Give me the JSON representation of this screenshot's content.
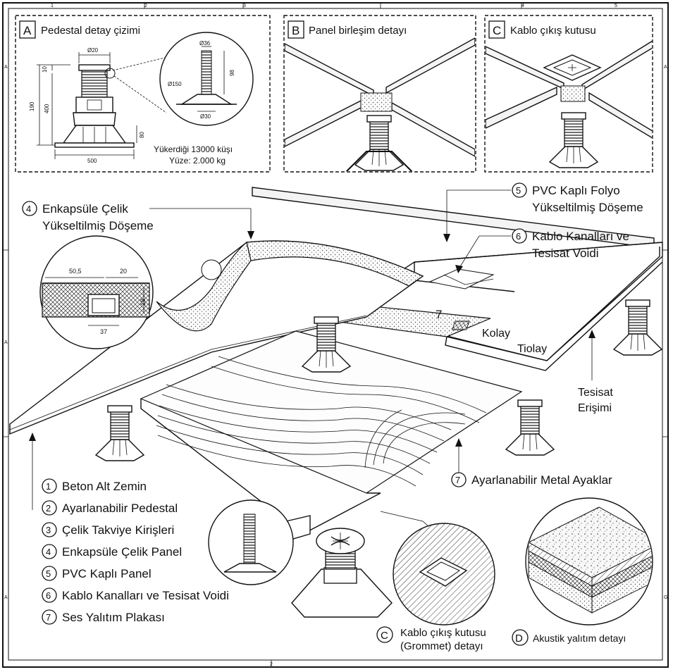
{
  "border_ticks": {
    "top": [
      "1",
      "2",
      "3",
      "4",
      "5"
    ],
    "bottom": [
      "2"
    ],
    "left": [
      "A",
      "A",
      "A"
    ],
    "right": [
      "A",
      "G"
    ]
  },
  "detail_a": {
    "letter": "A",
    "title": "Pedestal detay çizimi",
    "dims": {
      "top_width": "Ø20",
      "height_small": "10",
      "height_total": "190",
      "height_mid": "400",
      "base_height": "80",
      "base_width": "500",
      "rod_top": "Ø36",
      "rod_length": "98",
      "plate_dia": "Ø150",
      "base_plate": "Ø30"
    },
    "load_line1": "Yükerdiği 13000 küşı",
    "load_line2": "Yüze: 2.000 kg"
  },
  "detail_b": {
    "letter": "B",
    "title": "Panel birleşim detayı"
  },
  "detail_c": {
    "letter": "C",
    "title": "Kablo çıkış kutusu"
  },
  "callouts": {
    "c4": {
      "num": "4",
      "line1": "Enkapsüle Çelik",
      "line2": "Yükseltilmiş Döşeme"
    },
    "c5": {
      "num": "5",
      "line1": "PVC Kaplı Folyo",
      "line2": "Yükseltilmiş Döşeme"
    },
    "c6": {
      "num": "6",
      "line1": "Kablo Kanalları ve",
      "line2": "Tesisat Voidi"
    },
    "c7": {
      "num": "7",
      "text": "Ayarlanabilir Metal Ayaklar"
    },
    "panel_num": "7",
    "kolay": "Kolay",
    "tiolay": "Tiolay",
    "tesisat1": "Tesisat",
    "tesisat2": "Erişimi"
  },
  "section_dims": {
    "w1": "50,5",
    "w2": "20",
    "h1": "18",
    "w3": "37"
  },
  "legend": [
    {
      "num": "1",
      "text": "Beton Alt Zemin"
    },
    {
      "num": "2",
      "text": "Ayarlanabilir Pedestal"
    },
    {
      "num": "3",
      "text": "Çelik Takviye Kirişleri"
    },
    {
      "num": "4",
      "text": "Enkapsüle Çelik Panel"
    },
    {
      "num": "5",
      "text": "PVC Kaplı Panel"
    },
    {
      "num": "6",
      "text": "Kablo Kanalları ve Tesisat Voidi"
    },
    {
      "num": "7",
      "text": "Ses Yalıtım Plakası"
    }
  ],
  "detail_labels": {
    "c_letter": "C",
    "c_line1": "Kablo çıkış kutusu",
    "c_line2": "(Grommet) detayı",
    "d_letter": "D",
    "d_text": "Akustik yalıtım detayı"
  }
}
